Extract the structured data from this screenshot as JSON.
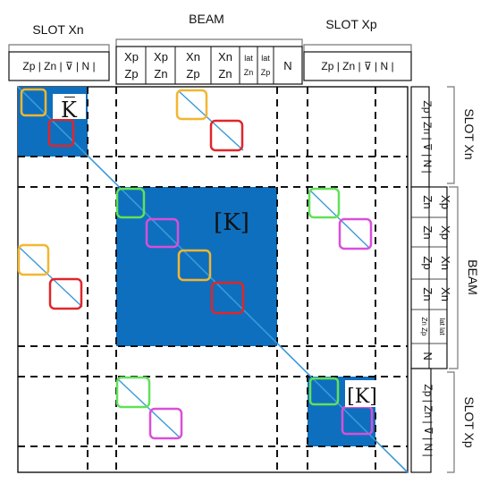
{
  "top_groups": [
    {
      "label": "SLOT Xn"
    },
    {
      "label": "BEAM"
    },
    {
      "label": "SLOT Xp"
    }
  ],
  "right_groups": [
    {
      "label": "SLOT Xn"
    },
    {
      "label": "BEAM"
    },
    {
      "label": "SLOT Xp"
    }
  ],
  "top_slot_xn_dofs": "Zp | Zn  | ⊽ |  N |",
  "top_slot_xp_dofs": "Zp | Zn  | ⊽ |  N |",
  "top_beam_columns": [
    {
      "line1": "Xp",
      "line2": "Zp"
    },
    {
      "line1": "Xp",
      "line2": "Zn"
    },
    {
      "line1": "Xn",
      "line2": "Zp"
    },
    {
      "line1": "Xn",
      "line2": "Zn"
    },
    {
      "line1": "lat",
      "line2": "Zn"
    },
    {
      "line1": "lat",
      "line2": "Zp"
    },
    {
      "line1": "N",
      "line2": ""
    }
  ],
  "right_slot_xn_dofs": "Zp | Zn  | ⊽ |  N |",
  "right_slot_xp_dofs": "Zp | Zn  | ⊽ |  N |",
  "right_beam_rows": [
    {
      "inner": "Zn",
      "outer": "Xp"
    },
    {
      "inner": "Zn",
      "outer": "Xp"
    },
    {
      "inner": "Zp",
      "outer": "Xn"
    },
    {
      "inner": "Zn",
      "outer": "Xn"
    },
    {
      "inner": "Zn Zp",
      "outer": "lat lat"
    },
    {
      "inner": "N",
      "outer": ""
    }
  ],
  "block_labels": [
    "K̅",
    "[K]",
    "[K]"
  ],
  "colors": {
    "block_fill": "#0e6fbe",
    "diagonal": "#3a9ad9",
    "grid_dash": "#111111",
    "box_yellow": "#f2b630",
    "box_red": "#e0262a",
    "box_green": "#62e05a",
    "box_magenta": "#d94fd8"
  }
}
